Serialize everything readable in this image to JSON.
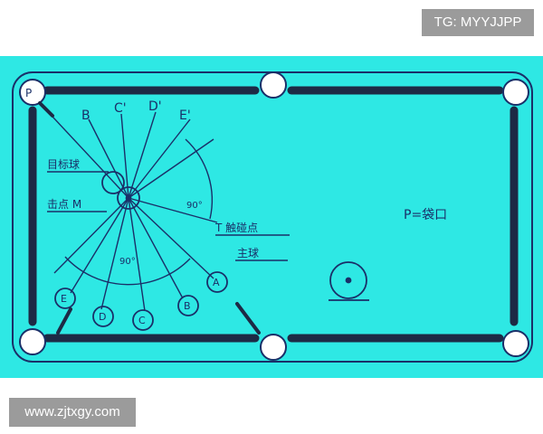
{
  "watermark_top": "TG: MYYJJPP",
  "watermark_bottom": "www.zjtxgy.com",
  "labels": {
    "pocket": "P",
    "pts": [
      "B",
      "C'",
      "D'",
      "E'"
    ],
    "target_ball": "目标球",
    "target_point": "击点 M",
    "tangent_point": "T 触碰点",
    "cue_ball": "主球",
    "legend": "P=袋口",
    "angle_right": "90°",
    "angle_bottom": "90°",
    "circles": [
      "E",
      "D",
      "C",
      "B",
      "A"
    ]
  },
  "colors": {
    "felt": "#2ee8e4",
    "ink": "#1a2f68",
    "cushion": "#1d2a45"
  }
}
